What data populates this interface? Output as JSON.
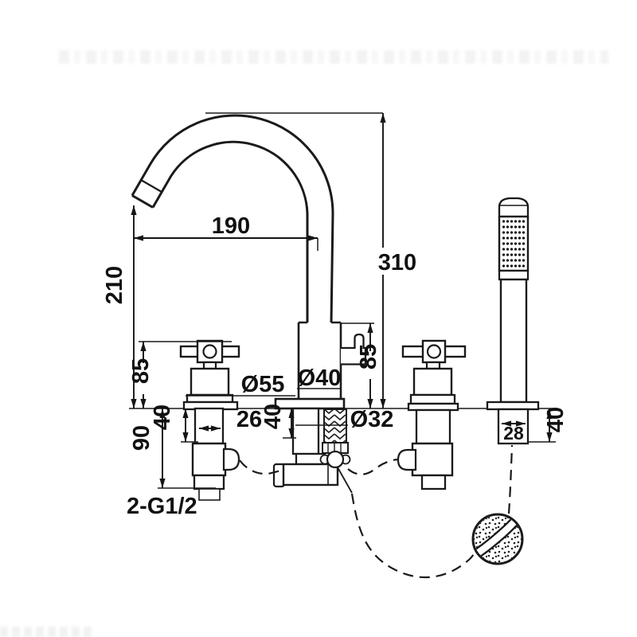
{
  "page": {
    "title": "Bathtub faucet technical dimension drawing",
    "background": "#ffffff",
    "line_color": "#1a1a1a"
  },
  "diagram": {
    "type": "technical-dimension-drawing",
    "subject": "Deck-mounted 3-hole bathtub mixer with cross handles, gooseneck spout and hand shower",
    "dimensions": {
      "spout_reach": "190",
      "overall_height": "310",
      "outlet_height": "210",
      "left_handle_height": "85",
      "escutcheon_diameter": "Ø55",
      "spout_body_diameter": "Ø40",
      "diverter_outlet_height": "85",
      "valve_shank_width": "26",
      "mounting_hole_diameter": "Ø32",
      "valve_deck_thickness": "40",
      "spout_deck_thickness": "40",
      "under_deck_depth": "90",
      "inlet_thread": "2-G1/2",
      "shower_holder_width": "28",
      "shower_deck_thickness": "40"
    }
  }
}
